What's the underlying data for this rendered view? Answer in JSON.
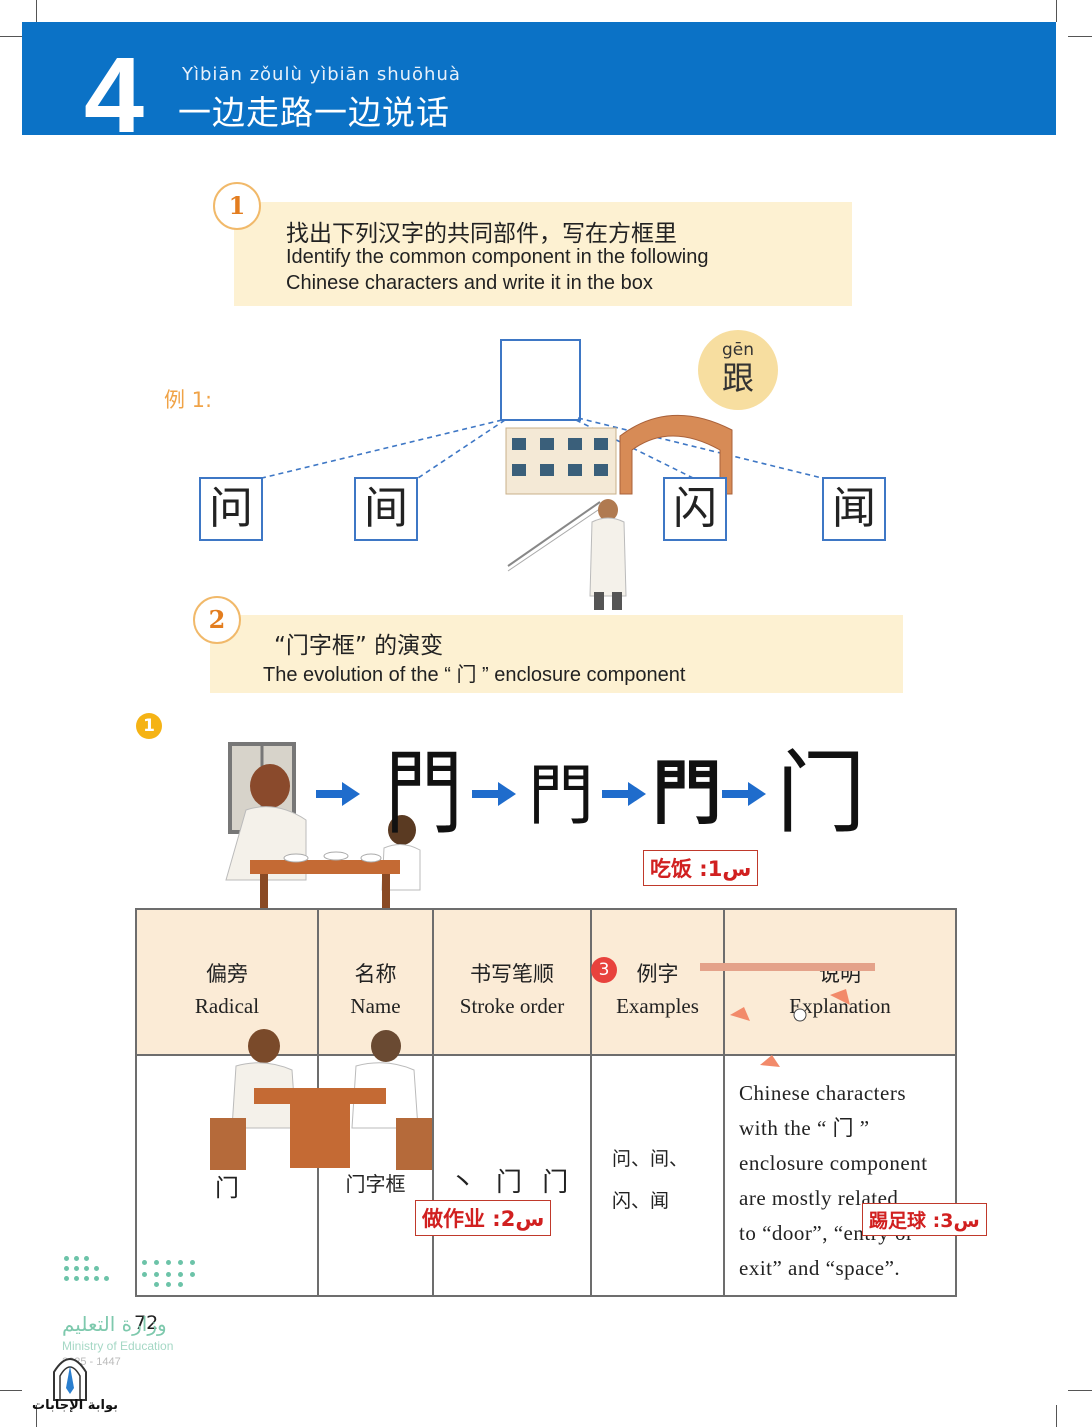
{
  "header": {
    "chapter_number": "4",
    "pinyin": "Yìbiān   zǒulù   yìbiān shuōhuà",
    "title": "一边走路一边说话"
  },
  "task1": {
    "number": "1",
    "instruction_cn": "找出下列汉字的共同部件，写在方框里",
    "instruction_en_line1": "Identify the common component in the following",
    "instruction_en_line2": "Chinese characters and write it in the box"
  },
  "example1": {
    "label": "例 1:",
    "gen_pinyin": "gēn",
    "gen_char": "跟",
    "characters": [
      "问",
      "间",
      "闪",
      "闻"
    ]
  },
  "task2": {
    "number": "2",
    "title_cn": "“门字框” 的演变",
    "title_en": "The evolution of the “ 门 ” enclosure component"
  },
  "evolution": {
    "step_number": "1",
    "forms": [
      "門",
      "門",
      "門",
      "门"
    ]
  },
  "overlays": {
    "tag1": "吃饭 :1س",
    "tag2": "做作业 :2س",
    "tag3": "踢足球 :3س",
    "circle3": "3"
  },
  "table": {
    "headers": [
      {
        "cn": "偏旁",
        "en": "Radical"
      },
      {
        "cn": "名称",
        "en": "Name"
      },
      {
        "cn": "书写笔顺",
        "en": "Stroke order"
      },
      {
        "cn": "例字",
        "en": "Examples"
      },
      {
        "cn": "说明",
        "en": "Explanation"
      }
    ],
    "row": {
      "radical": "门",
      "name": "门字框",
      "stroke_order": "丶 门 门",
      "examples_line1": "问、间、",
      "examples_line2": "闪、闻",
      "explanation": [
        "Chinese characters",
        "with the “ 门 ”",
        "enclosure component",
        "are mostly related",
        "to “door”, “entry or",
        "exit” and “space”."
      ]
    }
  },
  "footer": {
    "page_number": "72",
    "ministry_ar": "وزارة التعليم",
    "ministry_en": "Ministry of Education",
    "year": "2025 - 1447",
    "portal_ar": "بوابة الإجابات"
  }
}
